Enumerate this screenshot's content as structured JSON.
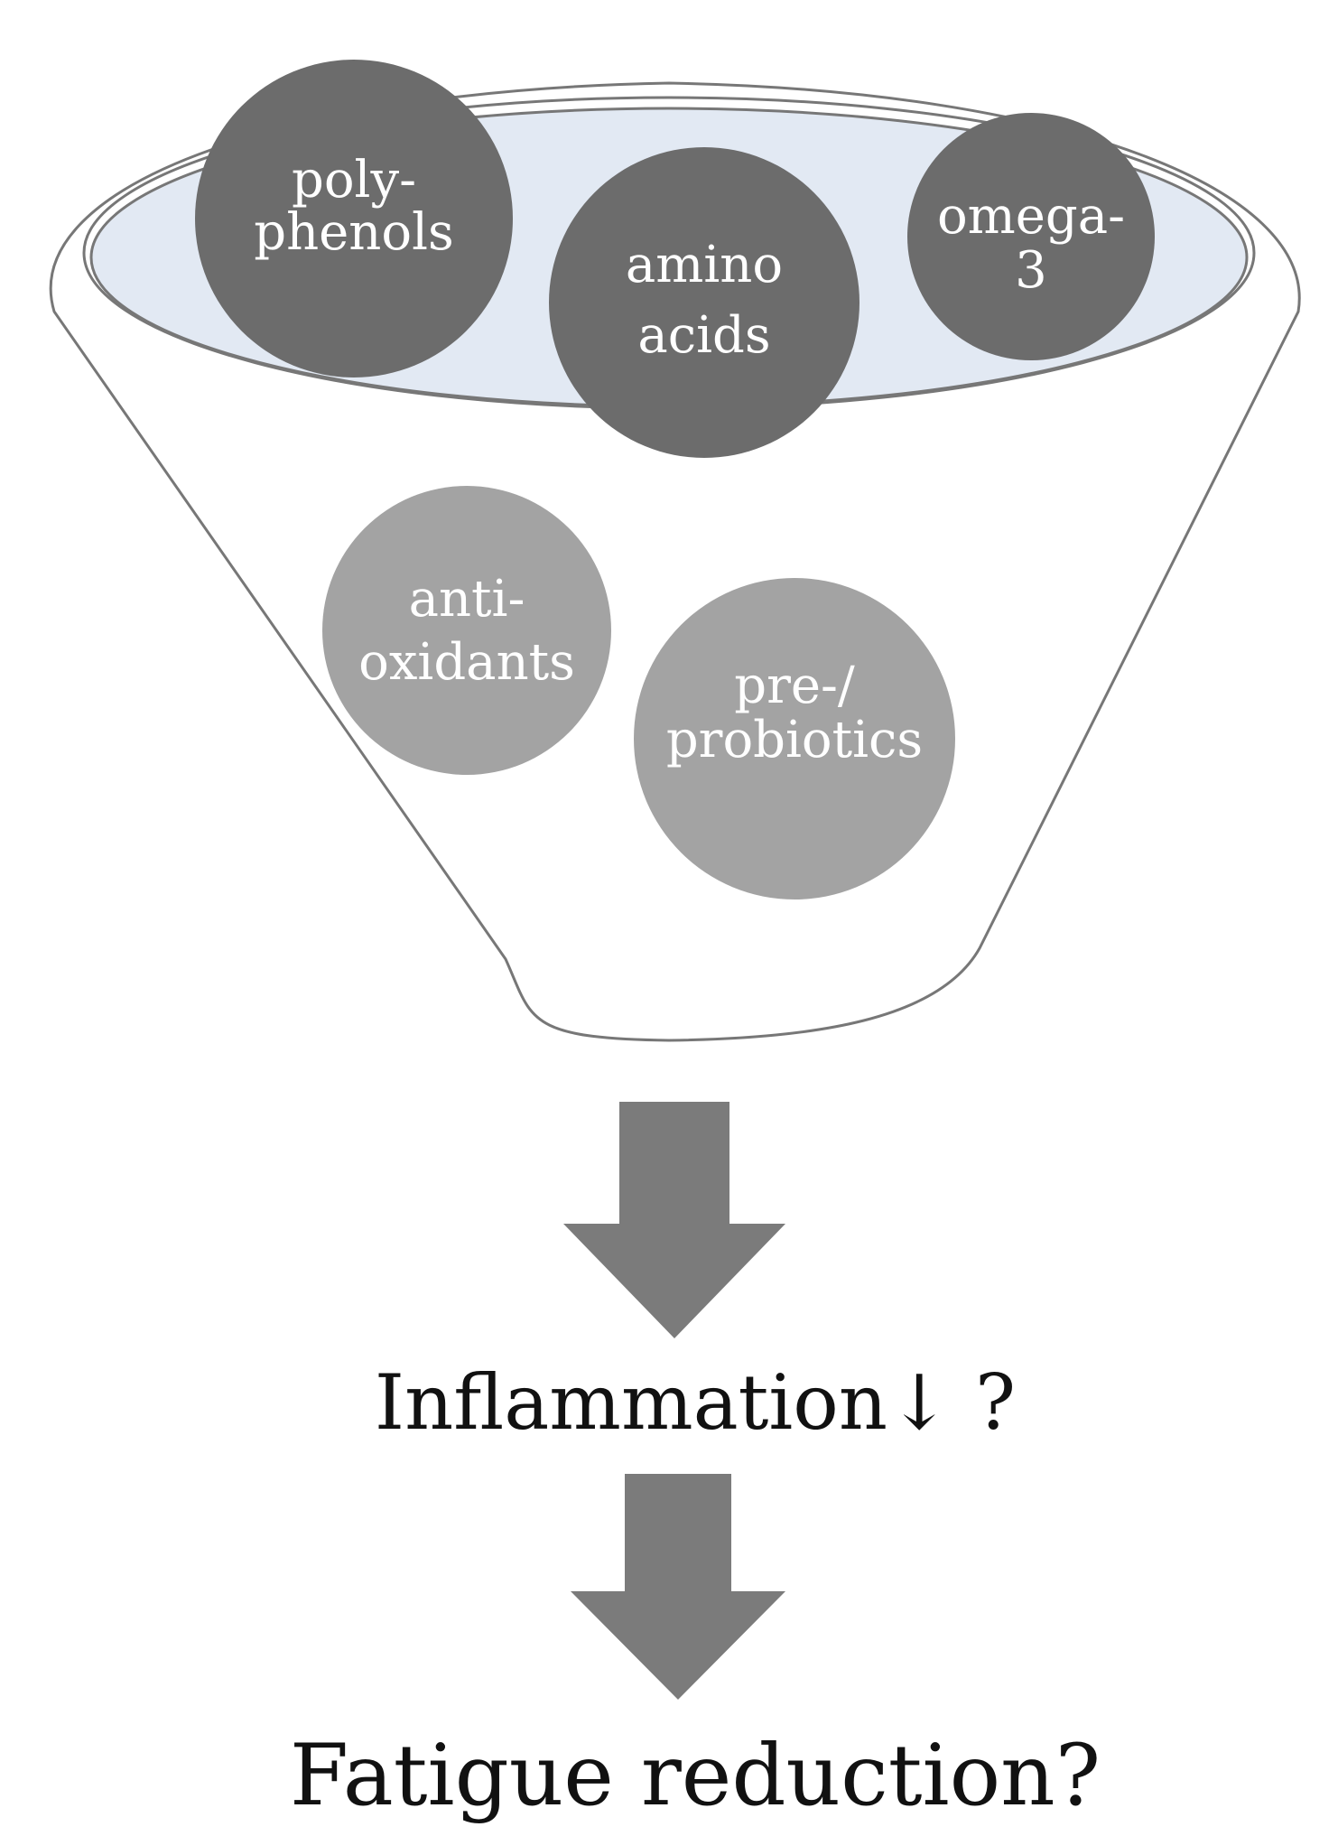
{
  "funnel_items": [
    {
      "id": "polyphenols",
      "line1": "poly-",
      "line2": "phenols",
      "tier": "top"
    },
    {
      "id": "amino-acids",
      "line1": "amino",
      "line2": "acids",
      "tier": "top"
    },
    {
      "id": "omega-3",
      "line1": "omega-",
      "line2": "3",
      "tier": "top"
    },
    {
      "id": "antioxidants",
      "line1": "anti-",
      "line2": "oxidants",
      "tier": "lower"
    },
    {
      "id": "prebiotics",
      "line1": "pre-/",
      "line2": "probiotics",
      "tier": "lower"
    }
  ],
  "steps": [
    {
      "id": "inflammation",
      "text": "Inflammation↓ ?"
    },
    {
      "id": "fatigue",
      "text": "Fatigue reduction?"
    }
  ],
  "colors": {
    "funnel_fill": "#ffffff",
    "funnel_stroke": "#777777",
    "opening_fill": "#e2e9f3",
    "top_circle": "#6c6c6c",
    "lower_circle": "#a3a3a3",
    "arrow": "#7b7b7b",
    "caption_text": "#111111"
  }
}
